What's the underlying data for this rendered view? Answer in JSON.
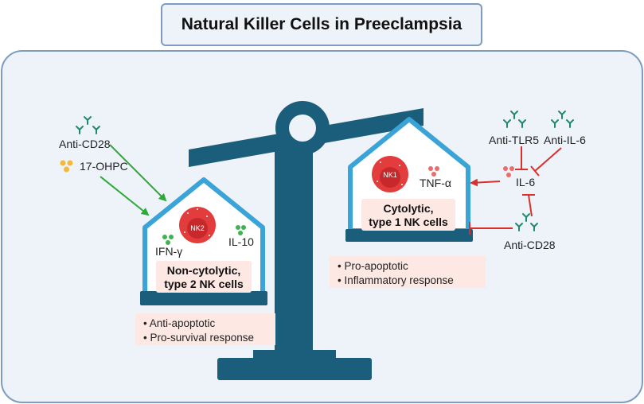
{
  "title": "Natural Killer Cells in Preeclampsia",
  "left_house": {
    "cell_label": "NK2",
    "cytokines": [
      "IFN-γ",
      "IL-10"
    ],
    "type_line1": "Non-cytolytic,",
    "type_line2": "type 2 NK cells",
    "effects": [
      "• Anti-apoptotic",
      "• Pro-survival response"
    ]
  },
  "right_house": {
    "cell_label": "NK1",
    "cytokine": "TNF-α",
    "type_line1": "Cytolytic,",
    "type_line2": "type 1 NK cells",
    "effects": [
      "• Pro-apoptotic",
      "• Inflammatory response"
    ]
  },
  "left_agents": {
    "antibody": "Anti-CD28",
    "drug": "17-OHPC"
  },
  "right_agents": {
    "tlr5": "Anti-TLR5",
    "il6_antibody": "Anti-IL-6",
    "il6": "IL-6",
    "cd28": "Anti-CD28"
  },
  "colors": {
    "teal": "#1b5e7b",
    "house_border": "#3aa3d8",
    "pink_box": "#fde8e3",
    "nk_red": "#e23c3c",
    "activate_green": "#2daa3a",
    "inhibit_red": "#d9302b",
    "panel_bg": "#eef3f9",
    "panel_border": "#7d9cc0"
  },
  "icons": [
    "antibody-icon",
    "molecule-dots-icon",
    "balance-scale-icon",
    "nk-cell-icon"
  ]
}
